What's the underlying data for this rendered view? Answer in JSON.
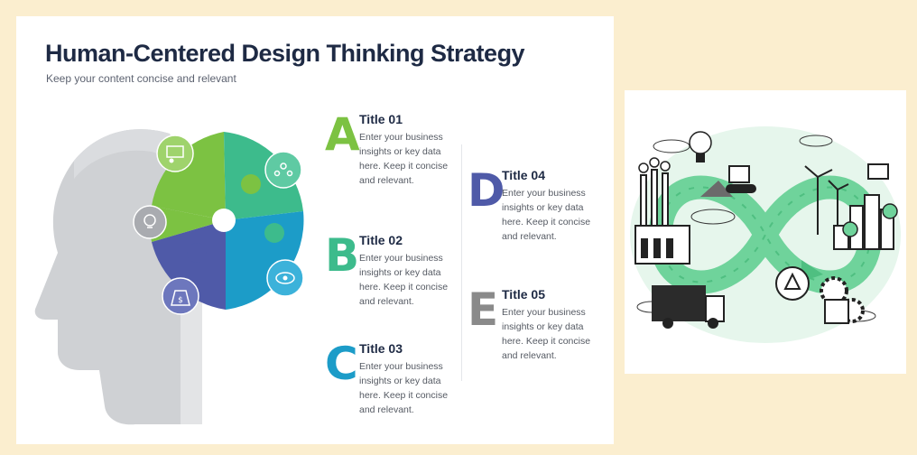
{
  "slide": {
    "title": "Human-Centered Design Thinking Strategy",
    "subtitle": "Keep your content concise and relevant"
  },
  "items": [
    {
      "letter": "A",
      "title": "Title 01",
      "body": "Enter your business insights or key data here. Keep it concise and relevant.",
      "color": "#7cc242"
    },
    {
      "letter": "B",
      "title": "Title 02",
      "body": "Enter your business insights or key data here. Keep it concise and relevant.",
      "color": "#3dbb8c"
    },
    {
      "letter": "C",
      "title": "Title 03",
      "body": "Enter your business insights or key data here. Keep it concise and relevant.",
      "color": "#1c9cc8"
    },
    {
      "letter": "D",
      "title": "Title 04",
      "body": "Enter your business insights or key data here. Keep it concise and relevant.",
      "color": "#4f5aa8"
    },
    {
      "letter": "E",
      "title": "Title 05",
      "body": "Enter your business insights or key data here. Keep it concise and relevant.",
      "color": "#8a8a8a"
    }
  ],
  "icons": {
    "puzzle": [
      "presentation-icon",
      "team-icon",
      "eye-icon",
      "money-bag-icon",
      "lightbulb-gear-icon"
    ],
    "illustration": [
      "factory-icon",
      "lightbulb-icon",
      "excavator-icon",
      "wind-turbine-icon",
      "city-icon",
      "recycle-icon",
      "gears-icon",
      "truck-icon",
      "monitor-icon",
      "person-icon"
    ]
  },
  "colors": {
    "page_background": "#fbeecf",
    "title": "#1e2a44",
    "illustration_green": "#6fd39b"
  }
}
